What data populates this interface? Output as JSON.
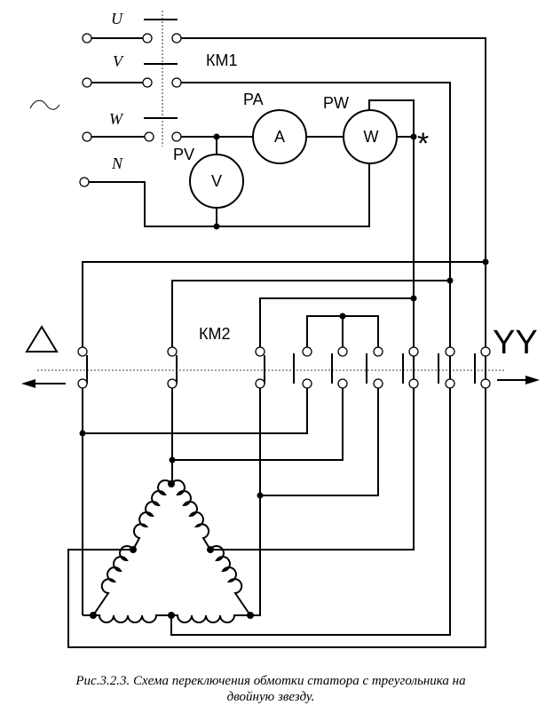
{
  "phases": {
    "u": "U",
    "v": "V",
    "w": "W",
    "n": "N"
  },
  "supply_symbol": "~",
  "contactors": {
    "km1": "КМ1",
    "km2": "КМ2"
  },
  "meters": {
    "ammeter": {
      "tag": "PA",
      "symbol": "A"
    },
    "wattmeter": {
      "tag": "PW",
      "symbol": "W"
    },
    "voltmeter": {
      "tag": "PV",
      "symbol": "V"
    }
  },
  "polarity_mark": "*",
  "connection": {
    "delta_symbol": "",
    "double_star_label": "YY"
  },
  "caption": {
    "line1": "Рис.3.2.3. Схема переключения обмотки статора  с треугольника  на",
    "line2": "двойную звезду."
  }
}
